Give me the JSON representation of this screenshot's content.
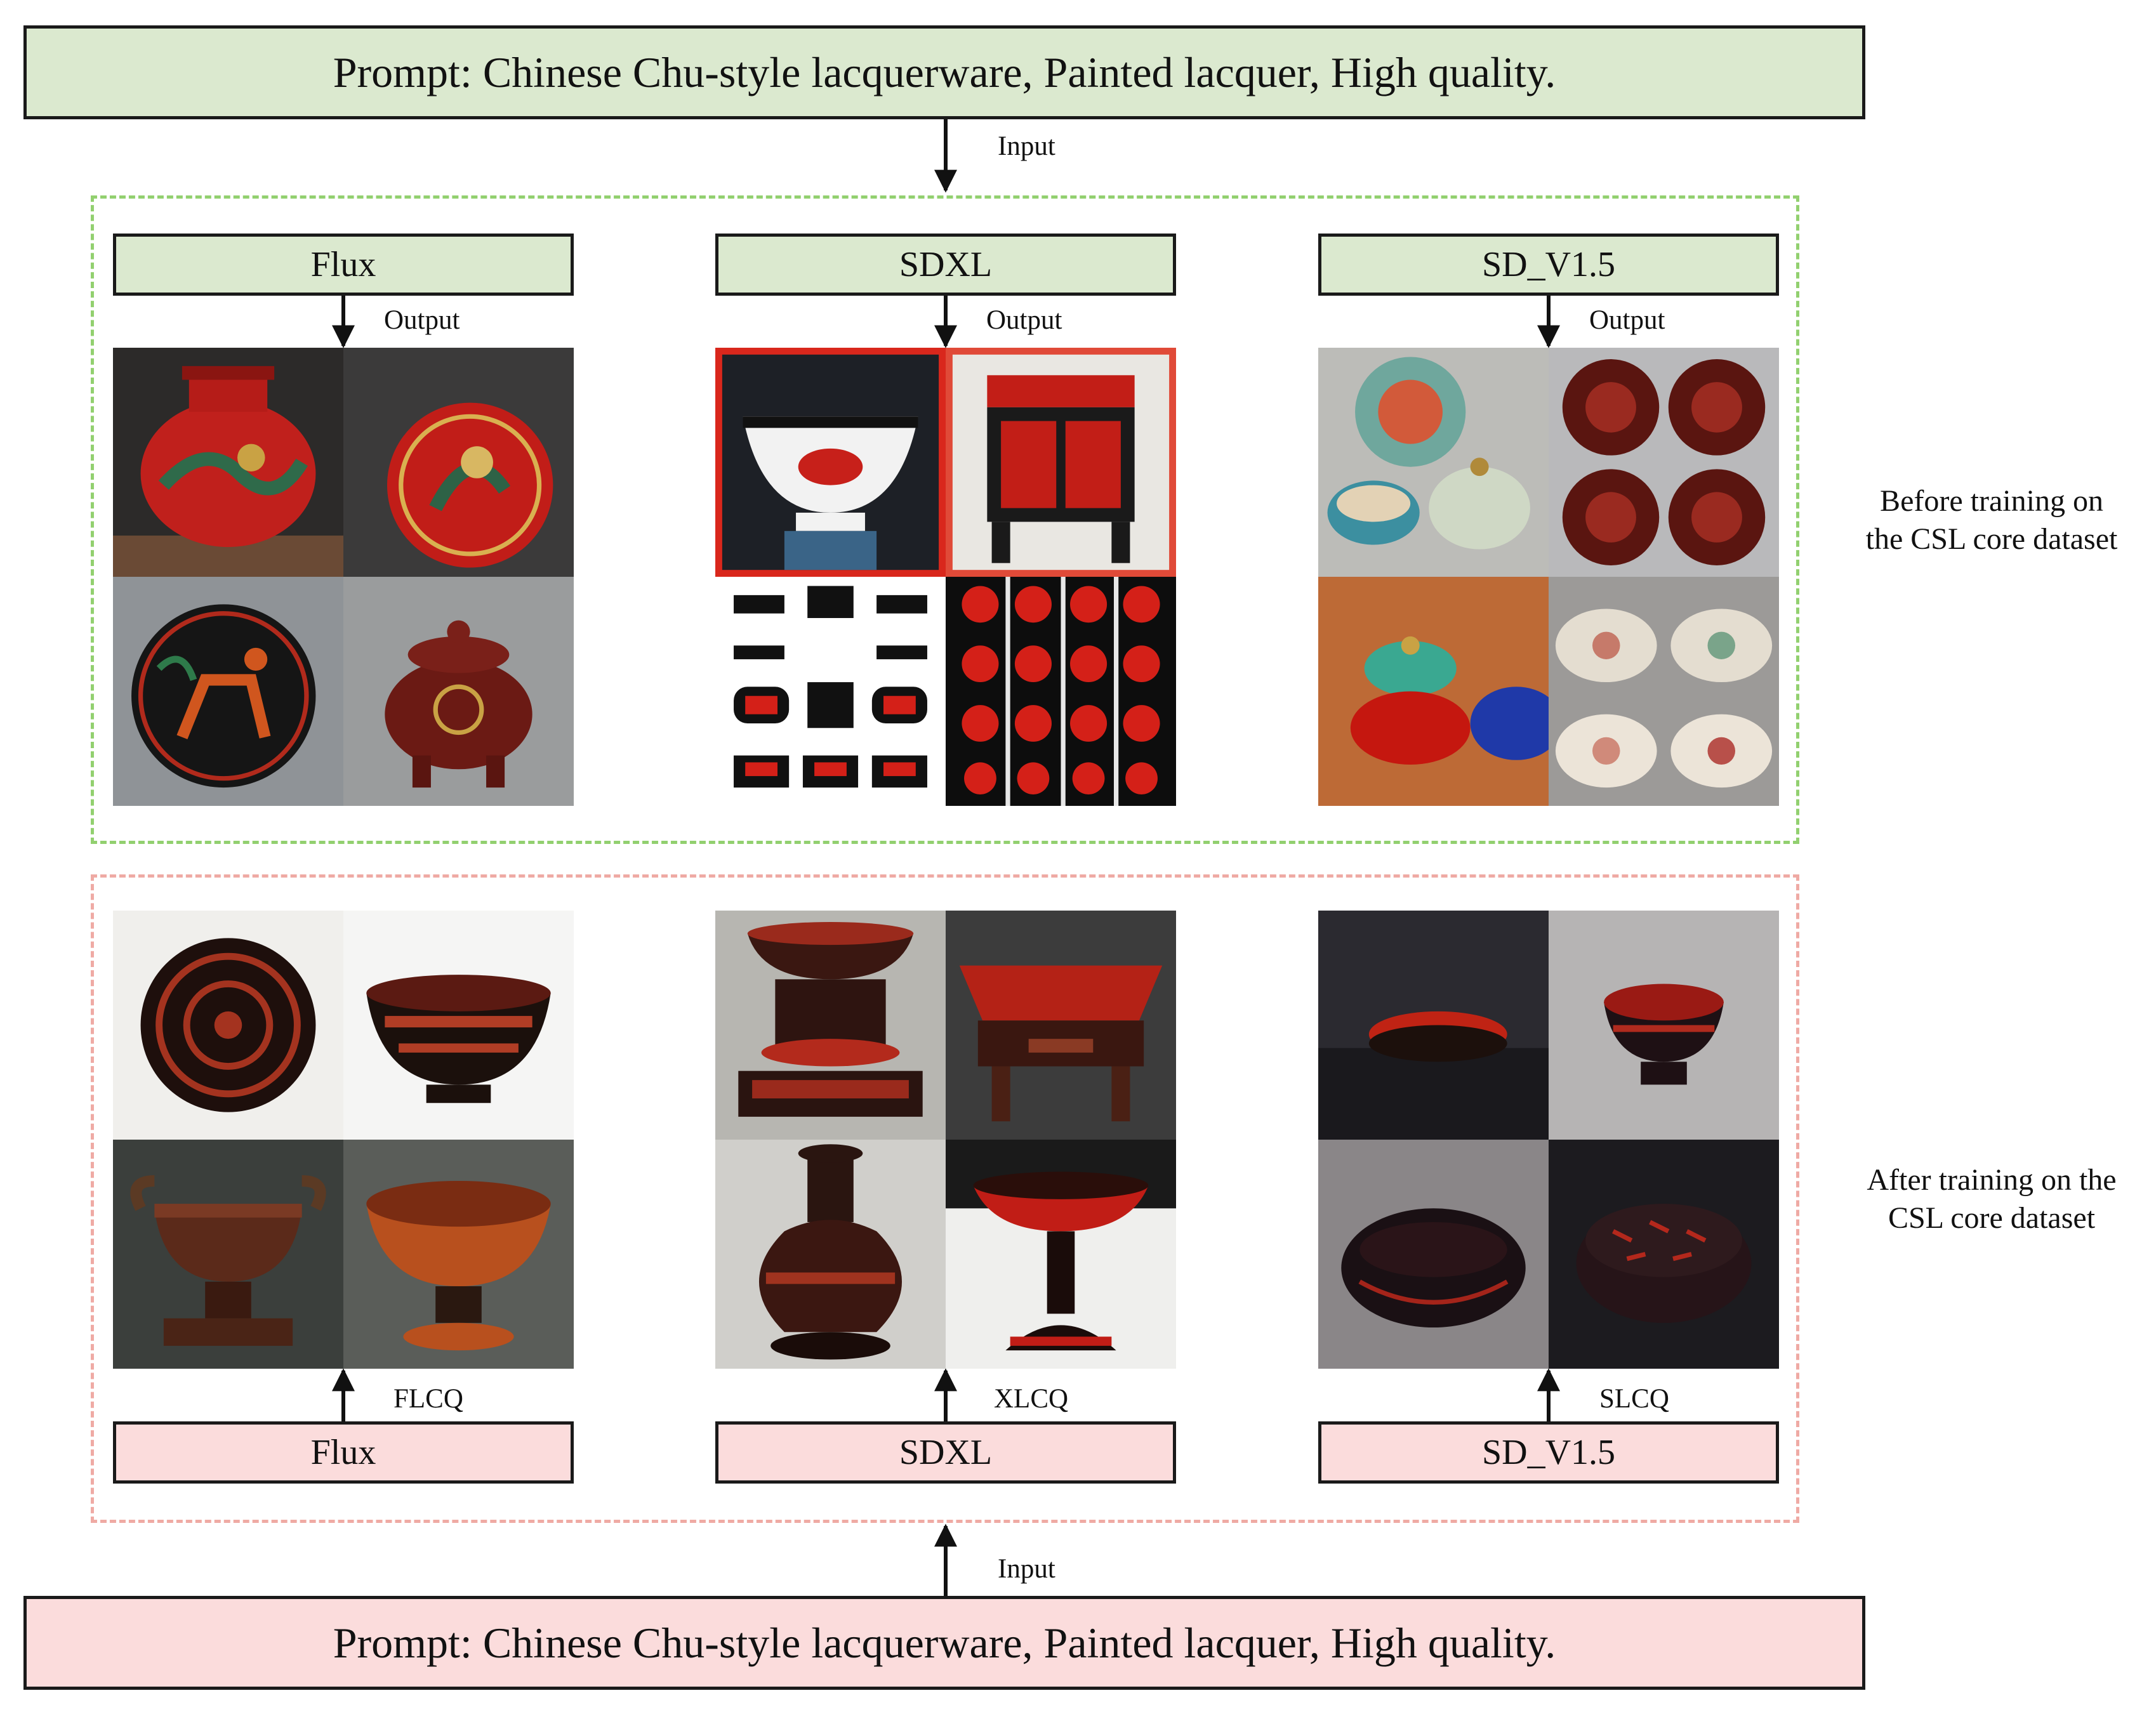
{
  "prompts": {
    "top": "Prompt: Chinese Chu-style lacquerware, Painted lacquer, High quality.",
    "bottom": "Prompt: Chinese Chu-style lacquerware, Painted lacquer, High quality."
  },
  "flow_labels": {
    "input_top": "Input",
    "input_bottom": "Input",
    "output": "Output"
  },
  "models_before": [
    "Flux",
    "SDXL",
    "SD_V1.5"
  ],
  "models_after": [
    "Flux",
    "SDXL",
    "SD_V1.5"
  ],
  "finetuned_labels": [
    "FLCQ",
    "XLCQ",
    "SLCQ"
  ],
  "side_notes": {
    "before": [
      "Before training on",
      "the CSL core dataset"
    ],
    "after": [
      "After training on the",
      "CSL core dataset"
    ]
  },
  "colors": {
    "before_fill": "#dbe9cf",
    "after_fill": "#fbdcdc",
    "before_dash": "#92d06f",
    "after_dash": "#efaaa4"
  }
}
